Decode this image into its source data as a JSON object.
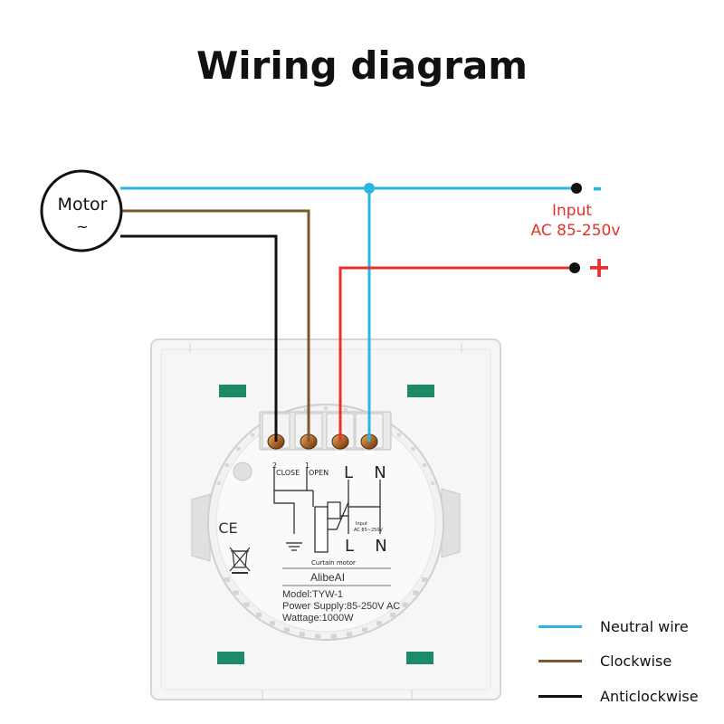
{
  "title": "Wiring diagram",
  "motor": {
    "label": "Motor",
    "symbol": "~"
  },
  "input": {
    "label_line1": "Input",
    "label_line2": "AC 85-250v",
    "neg_symbol": "-",
    "pos_symbol": "+"
  },
  "terminals": {
    "close_label": "CLOSE",
    "close_num": "2",
    "open_label": "OPEN",
    "open_num": "1",
    "l_label": "L",
    "n_label": "N",
    "l_label2": "L",
    "n_label2": "N",
    "input_small_line1": "Input",
    "input_small_line2": "AC 85~250V",
    "curtain_label": "Curtain motor"
  },
  "product": {
    "brand": "AlibeAI",
    "model": "Model:TYW-1",
    "power": "Power Supply:85-250V AC",
    "wattage": "Wattage:1000W",
    "ce_mark": "CE"
  },
  "legend": [
    {
      "label": "Neutral wire",
      "color": "#29b6e0"
    },
    {
      "label": "Clockwise",
      "color": "#7a5a2a"
    },
    {
      "label": "Anticlockwise",
      "color": "#111111"
    }
  ],
  "colors": {
    "neutral": "#29b6e0",
    "live": "#e5322d",
    "clockwise": "#7a5a2a",
    "anticlockwise": "#111111",
    "accent_green": "#1d8a6a"
  }
}
